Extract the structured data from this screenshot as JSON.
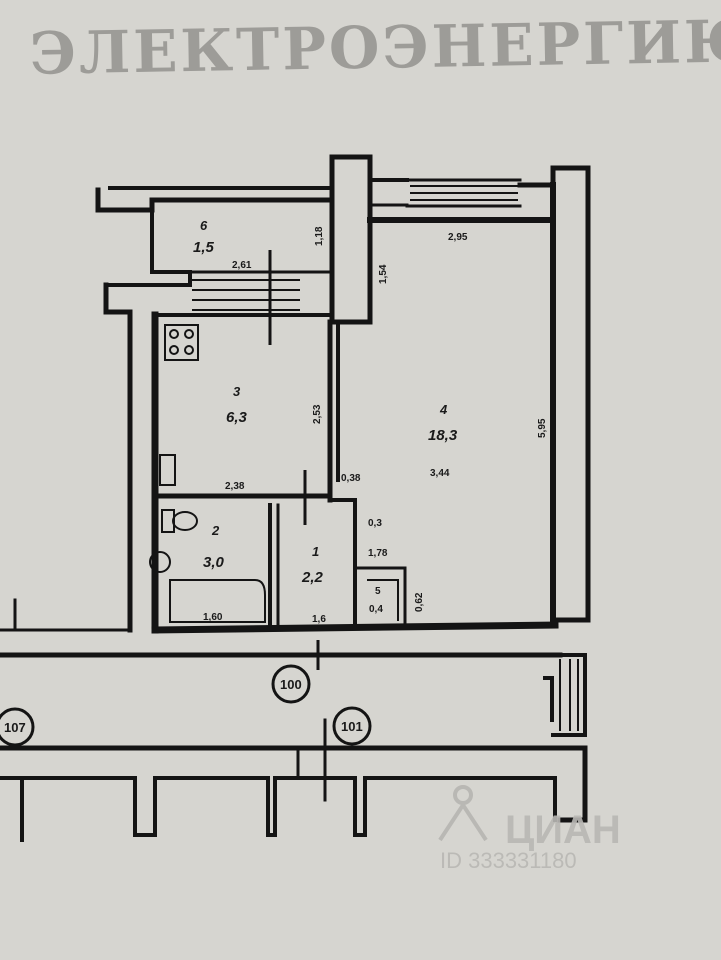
{
  "header_text": "ЭЛЕКТРОЭНЕРГИЮ",
  "rooms": [
    {
      "number": "6",
      "area": "1,5"
    },
    {
      "number": "3",
      "area": "6,3"
    },
    {
      "number": "4",
      "area": "18,3"
    },
    {
      "number": "2",
      "area": "3,0"
    },
    {
      "number": "1",
      "area": "2,2"
    },
    {
      "number": "5",
      "area": "0,4"
    }
  ],
  "dimensions": {
    "loggia_width": "2,61",
    "loggia_depth": "1,18",
    "bay_depth": "1,54",
    "room4_top_width": "2,95",
    "room4_height": "5,95",
    "room4_width": "3,44",
    "kitchen_height": "2,53",
    "kitchen_width": "2,38",
    "corridor_gap": "0,38",
    "hall_small_1": "0,3",
    "hall_width": "1,78",
    "closet_height": "0,62",
    "bath_width": "1,60",
    "hall_bottom": "1,6"
  },
  "axes": {
    "center": "100",
    "left": "107",
    "right": "101"
  },
  "watermark": {
    "brand": "ЦИАН",
    "listing_id": "ID 333331180"
  },
  "colors": {
    "paper": "#d6d5d0",
    "ink": "#141414"
  }
}
